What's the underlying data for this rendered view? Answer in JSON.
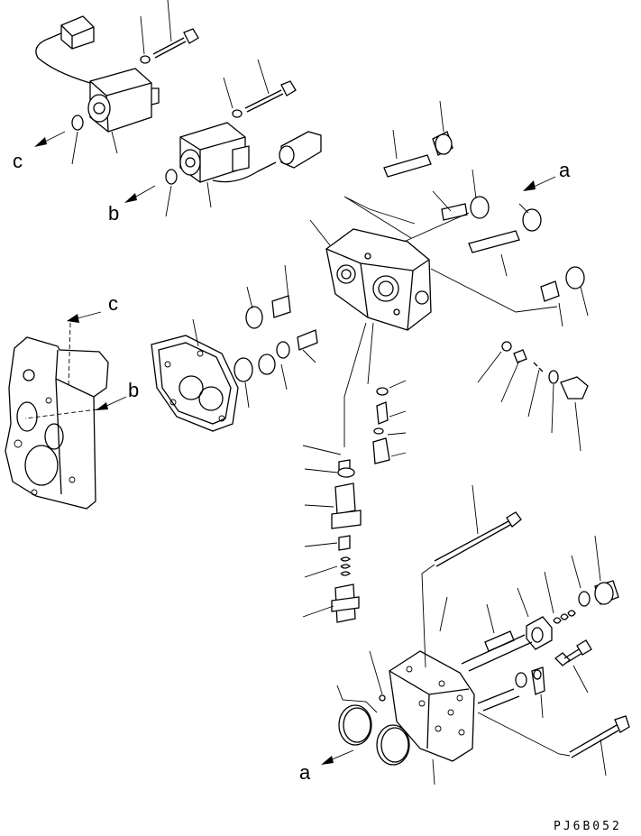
{
  "drawing_code": "PJ6B052",
  "view_labels": {
    "c_solenoid": "c",
    "b_solenoid": "b",
    "a_valve_body": "a",
    "c_housing": "c",
    "b_housing": "b",
    "a_cover": "a"
  },
  "colors": {
    "line": "#000000",
    "background": "#ffffff"
  }
}
